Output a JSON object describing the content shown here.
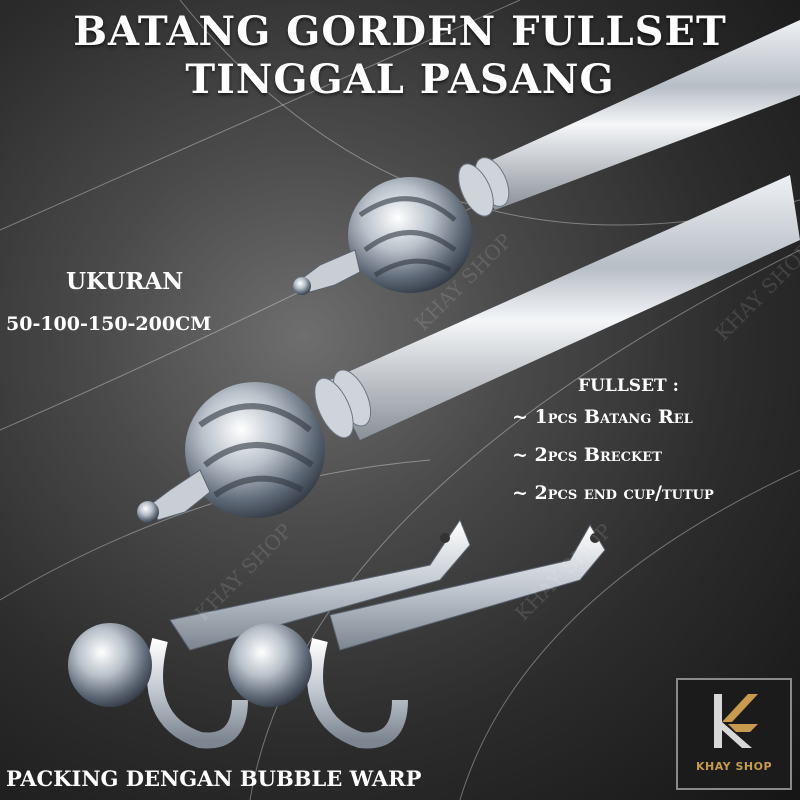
{
  "headline": {
    "line1": "BATANG GORDEN FULLSET",
    "line2": "TINGGAL PASANG"
  },
  "size": {
    "label": "UKURAN",
    "value": "50-100-150-200CM"
  },
  "fullset": {
    "label": "FULLSET :",
    "items": [
      "~ 1pcs Batang Rel",
      "~ 2pcs Brecket",
      "~ 2pcs end cup/tutup"
    ]
  },
  "footer": {
    "packing": "PACKING DENGAN BUBBLE WARP"
  },
  "logo": {
    "name": "KHAY SHOP",
    "accent_color": "#c79a4e"
  },
  "watermark": {
    "text": "KHAY SHOP"
  },
  "colors": {
    "text": "#ffffff",
    "background": "#3a3a3a",
    "chrome": "#c9cdd2"
  }
}
